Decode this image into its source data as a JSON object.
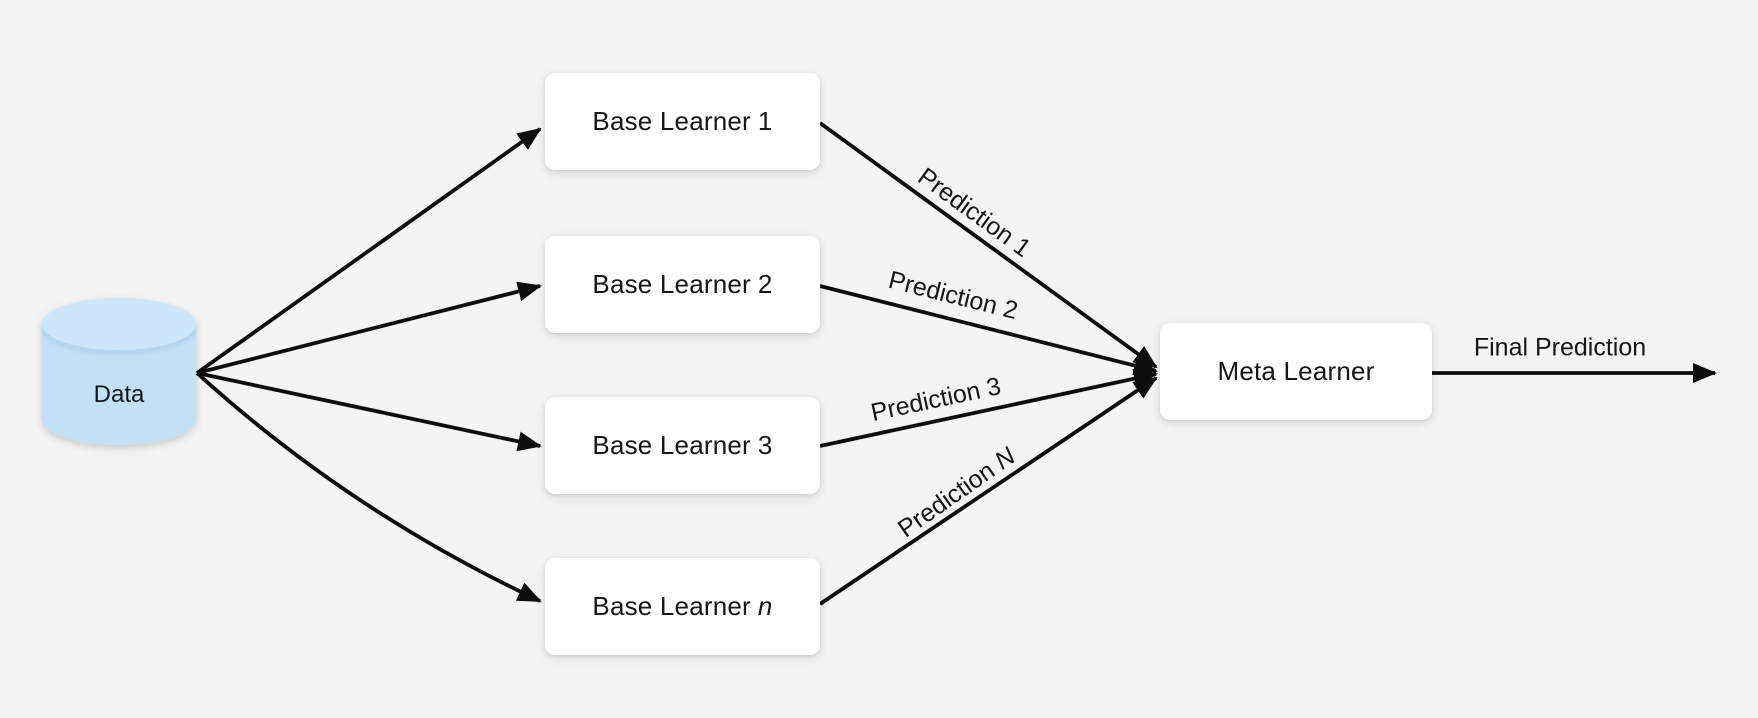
{
  "diagram_title": "Stacking ensemble diagram",
  "colors": {
    "background": "#f4f4f4",
    "node_fill": "#ffffff",
    "arrow": "#0d0d0d",
    "cylinder_body": "#c2e0f6",
    "cylinder_top": "#cde6f9",
    "text": "#161616"
  },
  "nodes": {
    "data": {
      "label": "Data",
      "shape": "cylinder"
    },
    "base_learners": [
      {
        "prefix": "Base Learner",
        "suffix": "1"
      },
      {
        "prefix": "Base Learner",
        "suffix": "2"
      },
      {
        "prefix": "Base Learner",
        "suffix": "3"
      },
      {
        "prefix": "Base Learner",
        "suffix": "n"
      }
    ],
    "meta": {
      "label": "Meta Learner"
    }
  },
  "edges": {
    "predictions": [
      {
        "prefix": "Prediction",
        "suffix": "1"
      },
      {
        "prefix": "Prediction",
        "suffix": "2"
      },
      {
        "prefix": "Prediction",
        "suffix": "3"
      },
      {
        "prefix": "Prediction",
        "suffix": "N"
      }
    ],
    "final": {
      "label": "Final Prediction"
    }
  }
}
